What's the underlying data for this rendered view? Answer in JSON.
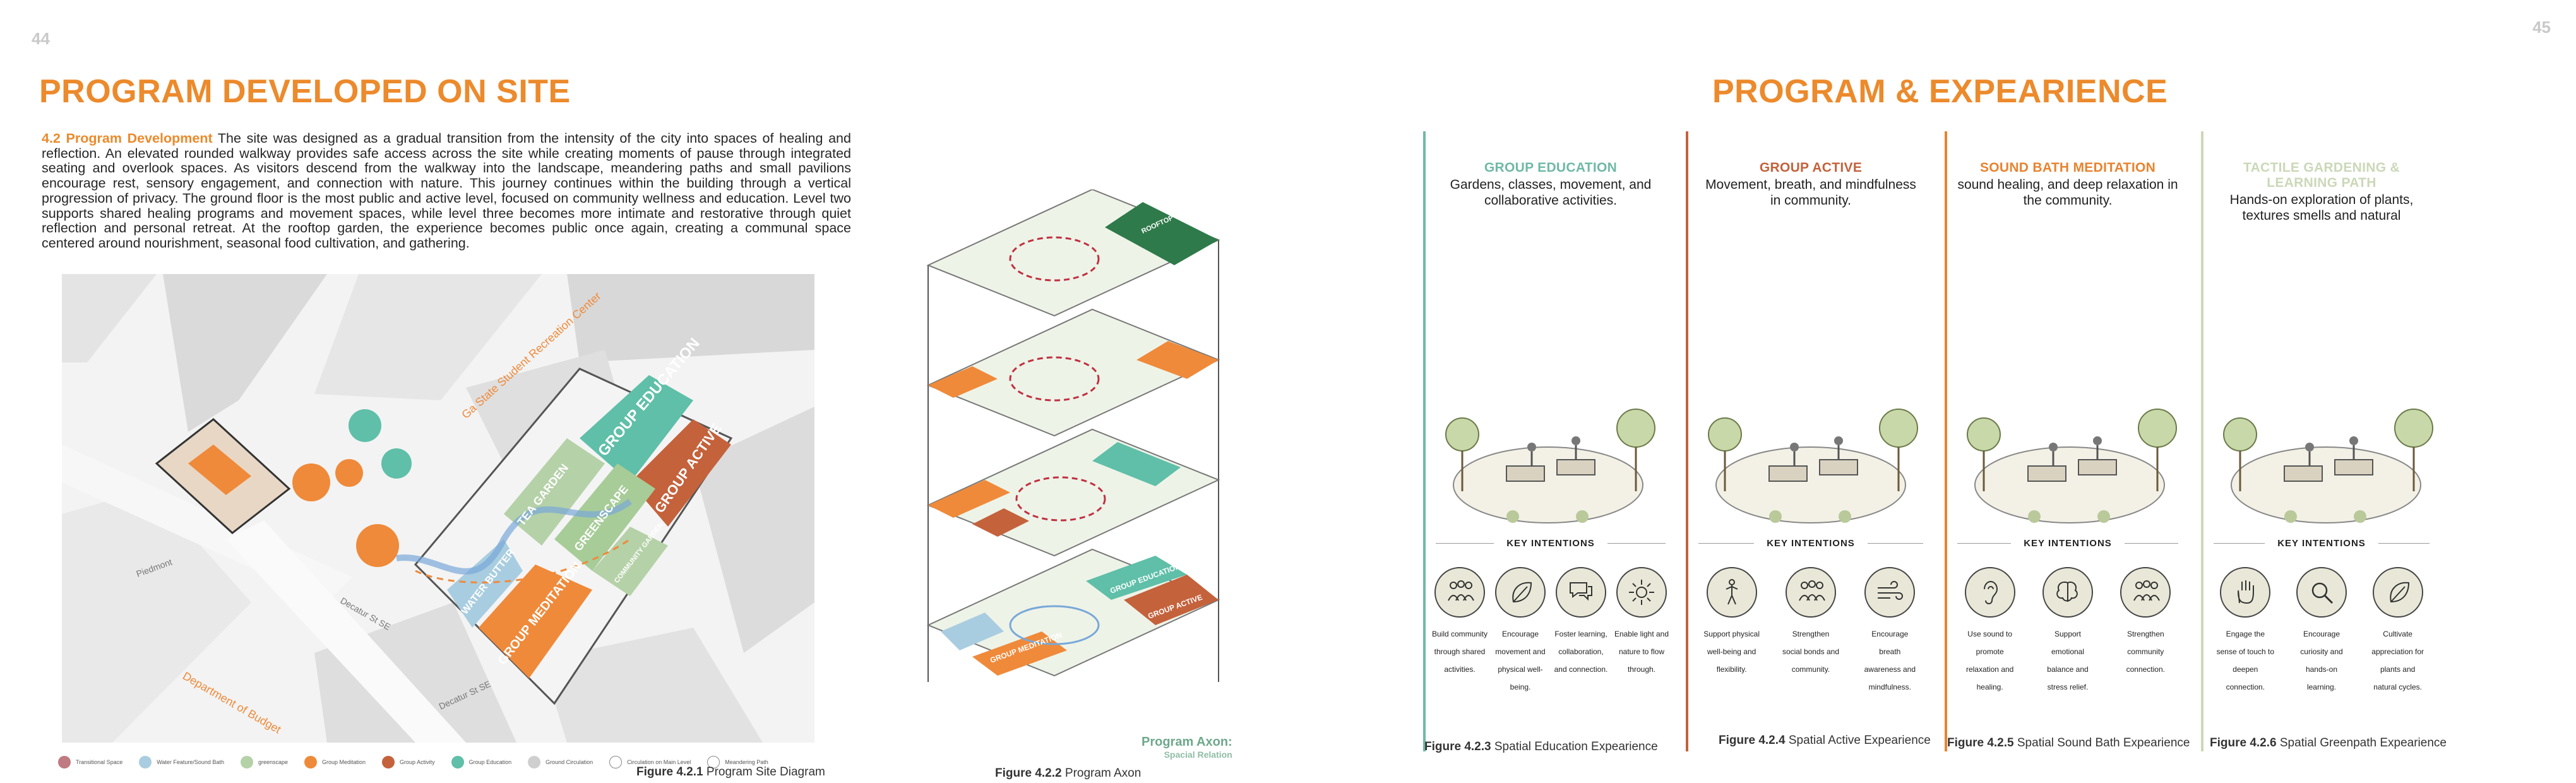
{
  "page_numbers": {
    "left": "44",
    "right": "45"
  },
  "left_page": {
    "title": "PROGRAM DEVELOPED ON SITE",
    "section_label": "4.2 Program Development",
    "body": "The site was designed as a gradual transition from the intensity of the city into spaces of healing and reflection. An elevated rounded walkway provides safe access across the site while creating moments of pause through integrated seating and overlook spaces. As visitors descend from the walkway into the landscape, meandering paths and small pavilions encourage rest, sensory engagement, and connection with nature. This journey continues within the building through a vertical progression of privacy. The ground floor is the most public and active level, focused on community wellness and education. Level two supports shared healing programs and movement spaces, while level three becomes more intimate and restorative through quiet reflection and personal retreat. At the rooftop garden, the experience becomes public once again, creating a communal space centered around nourishment, seasonal food cultivation, and gathering.",
    "site_labels": {
      "student_center": "Ga State Student Recreation Center",
      "dept_budget": "Department of Budget",
      "street_1": "Decatur St SE",
      "street_2": "Decatur St SE",
      "street_3": "Piedmont",
      "group_education": "GROUP EDUCATION",
      "group_active": "GROUP ACTIVE",
      "tea_garden": "TEA GARDEN",
      "greenscape": "GREENSCAPE",
      "community": "COMMUNITY GARDEN",
      "water_butter": "WATER BUTTER",
      "group_meditation": "GROUP MEDITATION"
    },
    "legend": [
      {
        "label": "Transitional Space",
        "color": "#c07a82"
      },
      {
        "label": "Water Feature/Sound Bath",
        "color": "#a9cde0"
      },
      {
        "label": "greenscape",
        "color": "#b5d1a8"
      },
      {
        "label": "Group Meditation",
        "color": "#ef8a3a"
      },
      {
        "label": "Group Activity",
        "color": "#c4623c"
      },
      {
        "label": "Group Education",
        "color": "#5fbfa8"
      },
      {
        "label": "Ground Circulation",
        "color": "#cfcfcf"
      },
      {
        "label": "Circulation on Main Level",
        "ring": true
      },
      {
        "label": "Meandering Path",
        "ring": true
      }
    ],
    "fig1_num": "Figure 4.2.1",
    "fig1_text": "Program Site Diagram",
    "axon_labels": {
      "rooftop": "ROOFTOP CAFE",
      "ground_edu": "GROUP EDUCATION",
      "ground_active": "GROUP ACTIVE",
      "ground_med": "GROUP MEDITATION"
    },
    "axon_title": "Program Axon:",
    "axon_subtitle": "Spacial Relation",
    "fig2_num": "Figure 4.2.2",
    "fig2_text": "Program Axon"
  },
  "right_page": {
    "title": "PROGRAM & EXPEARIENCE",
    "key_label": "KEY INTENTIONS",
    "panels": [
      {
        "title": "GROUP EDUCATION",
        "subtitle": "Gardens, classes, movement, and collaborative activities.",
        "color": "#6fb9a6",
        "icons": [
          {
            "name": "people",
            "desc": "Build community through shared activities."
          },
          {
            "name": "leaf",
            "desc": "Encourage movement and physical well-being."
          },
          {
            "name": "chat",
            "desc": "Foster learning, collaboration, and connection."
          },
          {
            "name": "sun",
            "desc": "Enable light and nature to flow through."
          }
        ],
        "fig_num": "Figure 4.2.3",
        "fig_text": "Spatial Education Expearience"
      },
      {
        "title": "GROUP ACTIVE",
        "subtitle": "Movement, breath, and mindfulness in community.",
        "color": "#c4623c",
        "icons": [
          {
            "name": "figure",
            "desc": "Support physical well-being and flexibility."
          },
          {
            "name": "people",
            "desc": "Strengthen social bonds and community."
          },
          {
            "name": "wind",
            "desc": "Encourage breath awareness and mindfulness."
          }
        ],
        "fig_num": "Figure 4.2.4",
        "fig_text": "Spatial Active Expearience"
      },
      {
        "title": "SOUND BATH MEDITATION",
        "subtitle": "sound healing, and deep relaxation in the community.",
        "color": "#e8832e",
        "icons": [
          {
            "name": "ear",
            "desc": "Use sound to promote relaxation and healing."
          },
          {
            "name": "brain",
            "desc": "Support emotional balance and stress relief."
          },
          {
            "name": "people",
            "desc": "Strengthen community connection."
          }
        ],
        "fig_num": "Figure 4.2.5",
        "fig_text": "Spatial Sound Bath Expearience"
      },
      {
        "title": "TACTILE GARDENING & LEARNING PATH",
        "subtitle": "Hands-on exploration of plants, textures smells and natural",
        "color": "#cbd8b8",
        "icons": [
          {
            "name": "hand",
            "desc": "Engage the sense of touch to deepen connection."
          },
          {
            "name": "magnifier",
            "desc": "Encourage curiosity and hands-on learning."
          },
          {
            "name": "leaf",
            "desc": "Cultivate appreciation for plants and natural cycles."
          }
        ],
        "fig_num": "Figure 4.2.6",
        "fig_text": "Spatial Greenpath Expearience"
      }
    ]
  }
}
